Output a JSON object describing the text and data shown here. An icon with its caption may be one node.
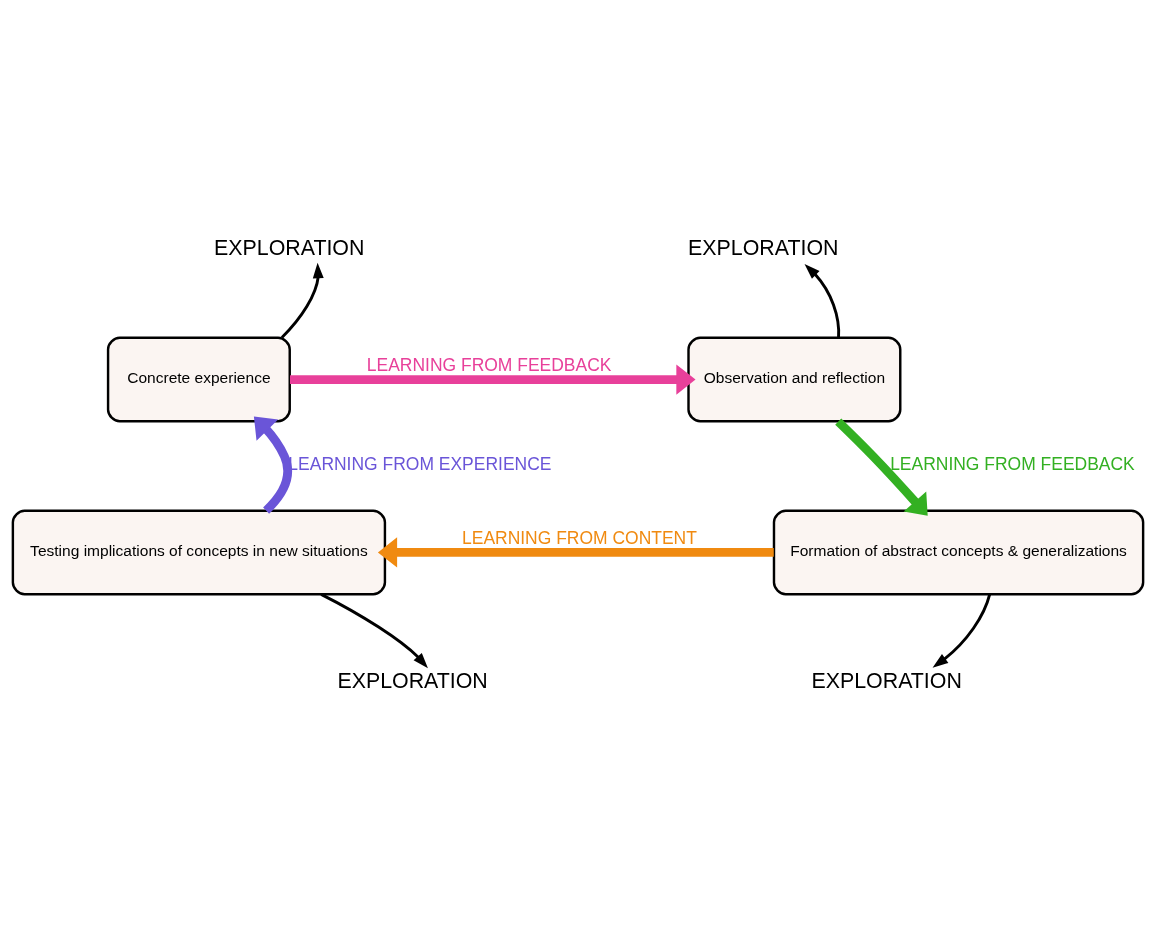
{
  "diagram": {
    "nodes": [
      {
        "text": [
          "EXPLORATION"
        ]
      },
      {
        "text": [
          "EXPLORATION"
        ]
      },
      {
        "text": [
          "Concrete experience"
        ]
      },
      {
        "text": [
          "Observation and reflection"
        ]
      },
      {
        "text": [
          "Testing implications of concepts in new situations"
        ]
      },
      {
        "text": [
          "Formation of abstract concepts & generalizations"
        ]
      },
      {
        "text": [
          "EXPLORATION"
        ]
      },
      {
        "text": [
          "EXPLORATION"
        ]
      }
    ],
    "edges": [
      {
        "from": 2,
        "to": 0,
        "arrow": "to"
      },
      {
        "from": 3,
        "to": 1,
        "arrow": "to"
      },
      {
        "from": 4,
        "to": 6,
        "arrow": "to"
      },
      {
        "from": 5,
        "to": 7,
        "arrow": "to"
      },
      {
        "from": 2,
        "to": 3,
        "arrow": "to",
        "label": "LEARNING FROM FEEDBACK",
        "style": "thick",
        "color": "#e8409a"
      },
      {
        "from": 3,
        "to": 5,
        "arrow": "to",
        "label": "LEARNING FROM FEEDBACK",
        "style": "thick",
        "color": "#33b022"
      },
      {
        "from": 5,
        "to": 4,
        "arrow": "to",
        "label": "LEARNING FROM CONTENT",
        "style": "thick",
        "color": "#f08a10"
      },
      {
        "from": 4,
        "to": 2,
        "arrow": "to",
        "label": "LEARNING FROM EXPERIENCE",
        "style": "thick",
        "color": "#6a55d8"
      }
    ]
  }
}
